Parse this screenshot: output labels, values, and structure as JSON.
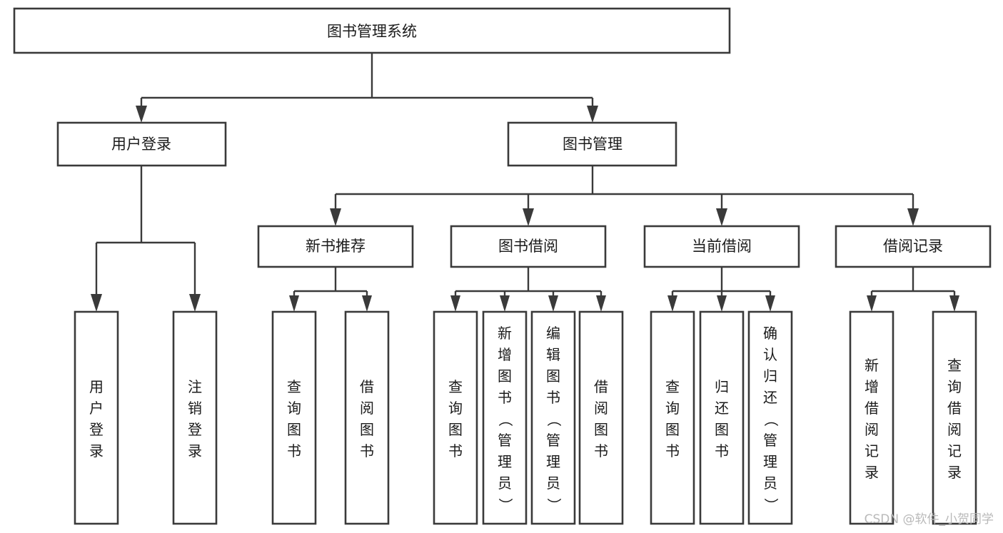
{
  "diagram": {
    "type": "hierarchy-tree",
    "title": "图书管理系统",
    "orientation": "top-down",
    "levels": 4,
    "root": {
      "id": "root",
      "label": "图书管理系统",
      "text_orientation": "horizontal"
    },
    "level2": [
      {
        "id": "user-login",
        "label": "用户登录",
        "text_orientation": "horizontal"
      },
      {
        "id": "book-manage",
        "label": "图书管理",
        "text_orientation": "horizontal"
      }
    ],
    "level3": [
      {
        "id": "new-book-rec",
        "label": "新书推荐",
        "parent": "book-manage",
        "text_orientation": "horizontal"
      },
      {
        "id": "book-borrow",
        "label": "图书借阅",
        "parent": "book-manage",
        "text_orientation": "horizontal"
      },
      {
        "id": "current-borrow",
        "label": "当前借阅",
        "parent": "book-manage",
        "text_orientation": "horizontal"
      },
      {
        "id": "borrow-record",
        "label": "借阅记录",
        "parent": "book-manage",
        "text_orientation": "horizontal"
      }
    ],
    "leaves": [
      {
        "id": "leaf-user-login",
        "label": "用户登录",
        "parent": "user-login",
        "text_orientation": "vertical"
      },
      {
        "id": "leaf-user-logout",
        "label": "注销登录",
        "parent": "user-login",
        "text_orientation": "vertical"
      },
      {
        "id": "leaf-query-book-1",
        "label": "查询图书",
        "parent": "new-book-rec",
        "text_orientation": "vertical"
      },
      {
        "id": "leaf-borrow-book-1",
        "label": "借阅图书",
        "parent": "new-book-rec",
        "text_orientation": "vertical"
      },
      {
        "id": "leaf-query-book-2",
        "label": "查询图书",
        "parent": "book-borrow",
        "text_orientation": "vertical"
      },
      {
        "id": "leaf-add-book",
        "label": "新增图书（管理员）",
        "parent": "book-borrow",
        "text_orientation": "vertical"
      },
      {
        "id": "leaf-edit-book",
        "label": "编辑图书（管理员）",
        "parent": "book-borrow",
        "text_orientation": "vertical"
      },
      {
        "id": "leaf-borrow-book-2",
        "label": "借阅图书",
        "parent": "book-borrow",
        "text_orientation": "vertical"
      },
      {
        "id": "leaf-query-book-3",
        "label": "查询图书",
        "parent": "current-borrow",
        "text_orientation": "vertical"
      },
      {
        "id": "leaf-return-book",
        "label": "归还图书",
        "parent": "current-borrow",
        "text_orientation": "vertical"
      },
      {
        "id": "leaf-confirm-return",
        "label": "确认归还（管理员）",
        "parent": "current-borrow",
        "text_orientation": "vertical"
      },
      {
        "id": "leaf-add-record",
        "label": "新增借阅记录",
        "parent": "borrow-record",
        "text_orientation": "vertical"
      },
      {
        "id": "leaf-query-record",
        "label": "查询借阅记录",
        "parent": "borrow-record",
        "text_orientation": "vertical"
      }
    ]
  },
  "watermark": {
    "text": "CSDN @软件_小贺同学"
  },
  "colors": {
    "background": "#ffffff",
    "box_fill": "#ffffff",
    "box_stroke": "#3a3a3a",
    "connector": "#3a3a3a",
    "text": "#1b1b1b",
    "watermark": "#b9b9b9"
  }
}
